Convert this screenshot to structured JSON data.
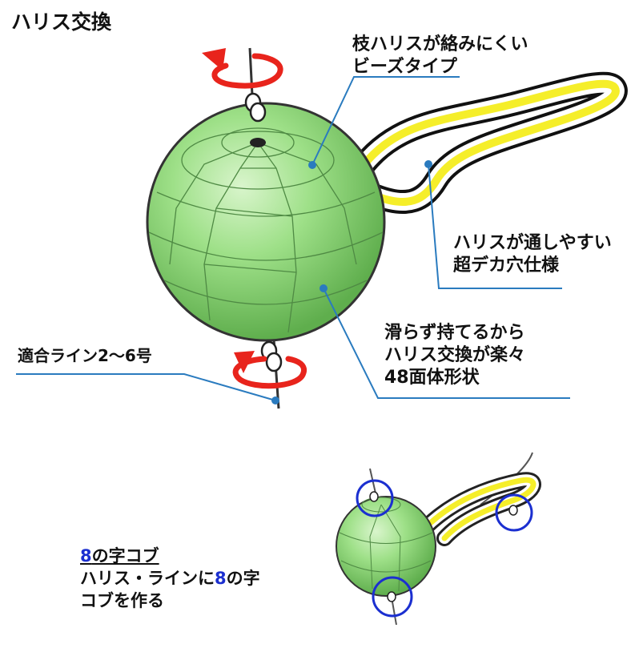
{
  "title": "ハリス交換",
  "callouts": {
    "beads_line1": "枝ハリスが絡みにくい",
    "beads_line2": "ビーズタイプ",
    "hole_line1": "ハリスが通しやすい",
    "hole_line2": "超デカ穴仕様",
    "grip_line1": "滑らず持てるから",
    "grip_line2": "ハリス交換が楽々",
    "grip_line3": "48面体形状",
    "line_range": "適合ライン2～6号"
  },
  "note": {
    "heading_num": "8",
    "heading_rest": "の字コブ",
    "body1_a": "ハリス・ラインに",
    "body1_num": "8",
    "body1_b": "の字",
    "body2": "コブを作る"
  },
  "colors": {
    "bead_green": "#8fd877",
    "leader_blue": "#2a7bbf",
    "loop_yellow": "#f5ee2a",
    "arrow_red": "#e8241c",
    "circle_blue": "#1b2fd0",
    "accent_blue_text": "#1b2fd0"
  }
}
